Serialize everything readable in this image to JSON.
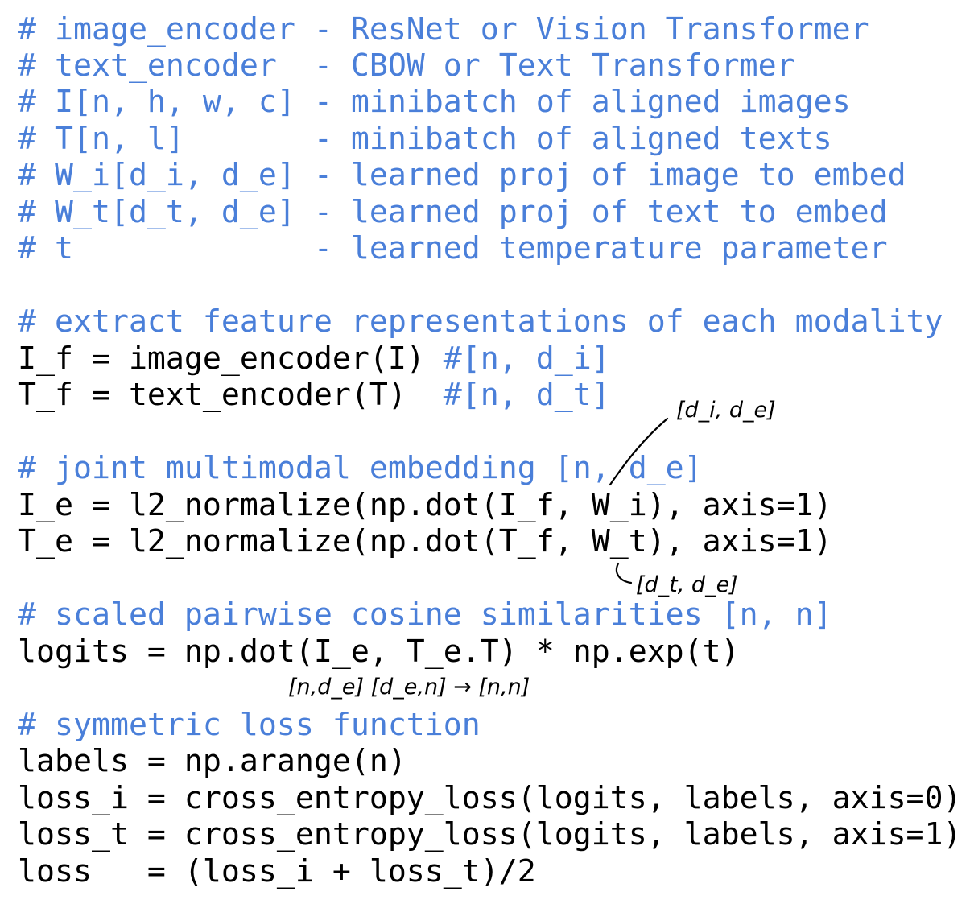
{
  "lines": [
    {
      "comment": "# image_encoder - ResNet or Vision Transformer"
    },
    {
      "comment": "# text_encoder  - CBOW or Text Transformer"
    },
    {
      "comment": "# I[n, h, w, c] - minibatch of aligned images"
    },
    {
      "comment": "# T[n, l]       - minibatch of aligned texts"
    },
    {
      "comment": "# W_i[d_i, d_e] - learned proj of image to embed"
    },
    {
      "comment": "# W_t[d_t, d_e] - learned proj of text to embed"
    },
    {
      "comment": "# t             - learned temperature parameter"
    },
    {},
    {
      "comment": "# extract feature representations of each modality"
    },
    {
      "code": "I_f = image_encoder(I) ",
      "comment": "#[n, d_i]"
    },
    {
      "code": "T_f = text_encoder(T)  ",
      "comment": "#[n, d_t]"
    },
    {},
    {
      "comment": "# joint multimodal embedding [n, d_e]"
    },
    {
      "code": "I_e = l2_normalize(np.dot(I_f, W_i), axis=1)"
    },
    {
      "code": "T_e = l2_normalize(np.dot(T_f, W_t), axis=1)"
    },
    {},
    {
      "comment": "# scaled pairwise cosine similarities [n, n]"
    },
    {
      "code": "logits = np.dot(I_e, T_e.T) * np.exp(t)"
    },
    {},
    {
      "comment": "# symmetric loss function"
    },
    {
      "code": "labels = np.arange(n)"
    },
    {
      "code": "loss_i = cross_entropy_loss(logits, labels, axis=0)"
    },
    {
      "code": "loss_t = cross_entropy_loss(logits, labels, axis=1)"
    },
    {
      "code": "loss   = (loss_i + loss_t)/2"
    }
  ],
  "annotations": {
    "w_i_shape": "[d_i, d_e]",
    "w_t_shape": "[d_t, d_e]",
    "logits_shapes": "[n,d_e] [d_e,n] → [n,n]"
  },
  "colors": {
    "comment": "#4a7fd9",
    "code": "#000000",
    "background": "#ffffff"
  }
}
